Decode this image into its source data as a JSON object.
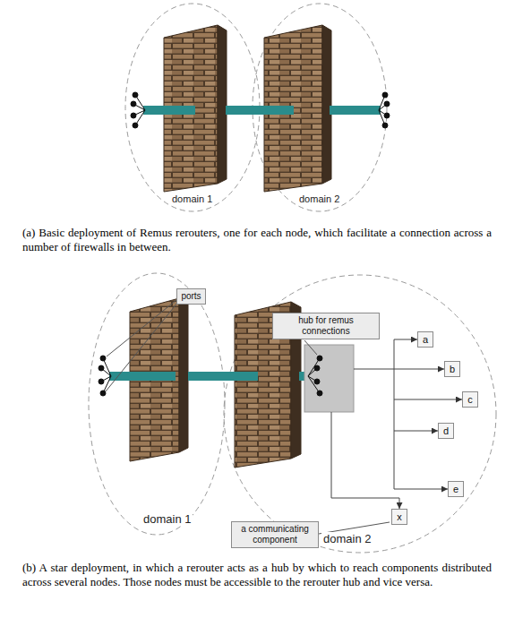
{
  "diagram": {
    "nodes": [
      {
        "text": [
          "ports"
        ]
      },
      {
        "text": [
          "hub for remus connections"
        ]
      },
      {
        "text": [
          "a"
        ]
      },
      {
        "text": [
          "b"
        ]
      },
      {
        "text": [
          "c"
        ]
      },
      {
        "text": [
          "d"
        ]
      },
      {
        "text": [
          "e"
        ]
      },
      {
        "text": [
          "x"
        ]
      },
      {
        "text": [
          "a communicating component"
        ]
      }
    ],
    "labels": [
      "domain 1",
      "domain 2",
      "(a) Basic deployment of Remus rerouters, one for each node, which facilitate a connection across a number of firewalls in between.",
      "(b) A star deployment, in which a rerouter acts as a hub by which to reach components distributed across several nodes. Those nodes must be accessible to the rerouter hub and vice versa.",
      "domain 1",
      "domain 2"
    ]
  }
}
